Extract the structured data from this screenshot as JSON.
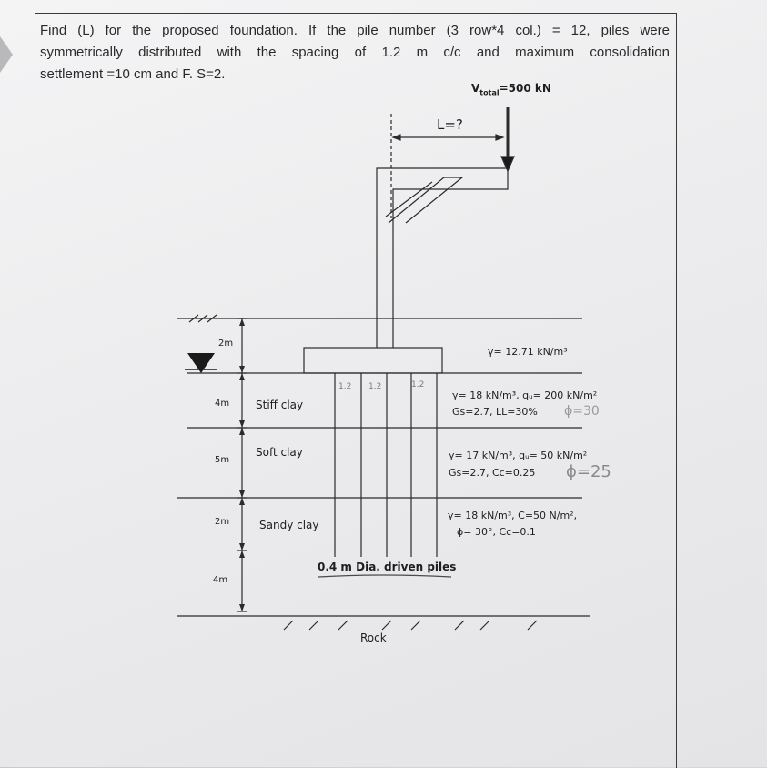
{
  "problem": {
    "lines": [
      "Find (L) for the proposed foundation. If the pile number (3 row*4 col.) = 12, piles were",
      "symmetrically distributed with the spacing of 1.2 m c/c and maximum consolidation",
      "settlement =10 cm and F. S=2."
    ]
  },
  "diagram": {
    "load": "V",
    "load_sub": "total",
    "load_value": "=500 kN",
    "eccentricity": "L=?",
    "layer_thicknesses": [
      "2m",
      "4m",
      "5m",
      "2m",
      "4m"
    ],
    "layers": [
      {
        "name": "",
        "props": [
          "γ= 12.71 kN/m³"
        ]
      },
      {
        "name": "Stiff clay",
        "props": [
          "γ= 18 kN/m³, qᵤ= 200 kN/m²",
          "Gs=2.7, LL=30%"
        ]
      },
      {
        "name": "Soft clay",
        "props": [
          "γ= 17 kN/m³, qᵤ= 50 kN/m²",
          "Gs=2.7, Cc=0.25"
        ]
      },
      {
        "name": "Sandy clay",
        "props": [
          "γ= 18 kN/m³, C=50 N/m²,",
          "ϕ= 30°, Cc=0.1"
        ]
      }
    ],
    "pile_label": "0.4 m Dia. driven piles",
    "base_label": "Rock",
    "spacing_marks": [
      "1.2",
      "1.2",
      "1.2"
    ],
    "handwritten": [
      "ϕ=30",
      "ϕ=25"
    ]
  }
}
